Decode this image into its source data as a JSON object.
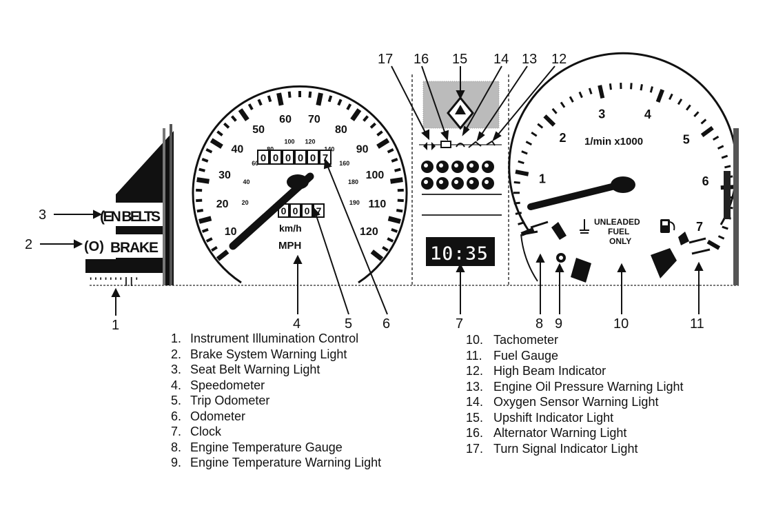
{
  "callouts": [
    "1",
    "2",
    "3",
    "4",
    "5",
    "6",
    "7",
    "8",
    "9",
    "10",
    "11",
    "12",
    "13",
    "14",
    "15",
    "16",
    "17"
  ],
  "left_panel": {
    "belts_label": "(EN BELTS",
    "brake_label": "BRAKE",
    "brake_symbol": "(O)",
    "dimmer_marks": "'''''''||'"
  },
  "speedometer": {
    "mph_ticks": [
      "10",
      "20",
      "30",
      "40",
      "50",
      "60",
      "70",
      "80",
      "90",
      "100",
      "110",
      "120"
    ],
    "kmh_ticks": [
      "20",
      "40",
      "60",
      "80",
      "100",
      "120",
      "140",
      "160",
      "180",
      "190"
    ],
    "odometer": [
      "0",
      "0",
      "0",
      "0",
      "0",
      "7"
    ],
    "trip_odometer": [
      "0",
      "0",
      "0",
      "7"
    ],
    "unit_kmh": "km/h",
    "unit_mph": "MPH"
  },
  "clock": {
    "time": "10:35"
  },
  "tachometer": {
    "ticks": [
      "1",
      "2",
      "3",
      "4",
      "5",
      "6",
      "7"
    ],
    "unit": "1/min x1000",
    "fuel_note": [
      "UNLEADED",
      "FUEL",
      "ONLY"
    ]
  },
  "legend_left": [
    {
      "n": "1.",
      "text": "Instrument Illumination Control"
    },
    {
      "n": "2.",
      "text": "Brake System Warning Light"
    },
    {
      "n": "3.",
      "text": "Seat Belt Warning Light"
    },
    {
      "n": "4.",
      "text": "Speedometer"
    },
    {
      "n": "5.",
      "text": "Trip Odometer"
    },
    {
      "n": "6.",
      "text": "Odometer"
    },
    {
      "n": "7.",
      "text": "Clock"
    },
    {
      "n": "8.",
      "text": "Engine Temperature Gauge"
    },
    {
      "n": "9.",
      "text": "Engine Temperature Warning Light"
    }
  ],
  "legend_right": [
    {
      "n": "10.",
      "text": "Tachometer"
    },
    {
      "n": "11.",
      "text": "Fuel Gauge"
    },
    {
      "n": "12.",
      "text": "High Beam Indicator"
    },
    {
      "n": "13.",
      "text": "Engine Oil Pressure Warning Light"
    },
    {
      "n": "14.",
      "text": "Oxygen Sensor Warning Light"
    },
    {
      "n": "15.",
      "text": "Upshift Indicator Light"
    },
    {
      "n": "16.",
      "text": "Alternator Warning Light"
    },
    {
      "n": "17.",
      "text": "Turn Signal Indicator Light"
    }
  ]
}
